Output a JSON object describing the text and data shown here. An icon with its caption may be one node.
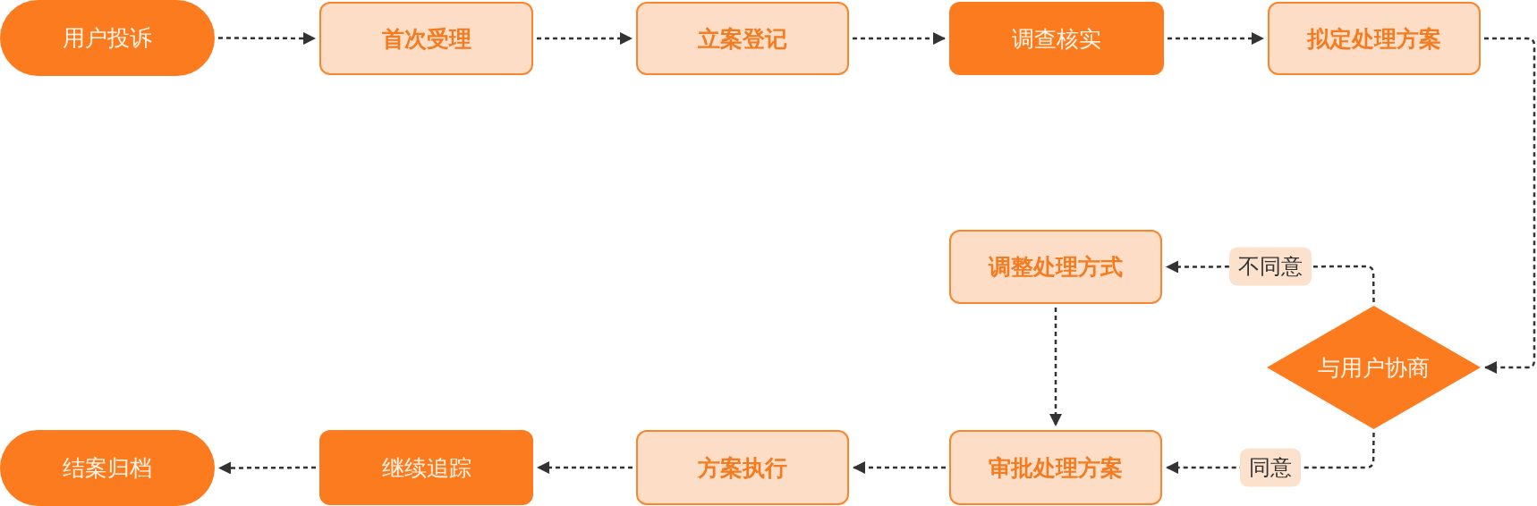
{
  "diagram": {
    "nodes": [
      {
        "text": [
          "用户投诉"
        ]
      },
      {
        "text": [
          "首次受理"
        ]
      },
      {
        "text": [
          "立案登记"
        ]
      },
      {
        "text": [
          "调查核实"
        ]
      },
      {
        "text": [
          "拟定处理方案"
        ]
      },
      {
        "text": [
          "调整处理方式"
        ]
      },
      {
        "text": [
          "与用户协商"
        ]
      },
      {
        "text": [
          "结案归档"
        ]
      },
      {
        "text": [
          "继续追踪"
        ]
      },
      {
        "text": [
          "方案执行"
        ]
      },
      {
        "text": [
          "审批处理方案"
        ]
      }
    ],
    "edges": [
      {
        "from": 0,
        "to": 1,
        "arrow": "to"
      },
      {
        "from": 1,
        "to": 2,
        "arrow": "to"
      },
      {
        "from": 2,
        "to": 3,
        "arrow": "to"
      },
      {
        "from": 3,
        "to": 4,
        "arrow": "to"
      },
      {
        "from": 4,
        "to": 6,
        "arrow": "to"
      },
      {
        "from": 6,
        "to": 5,
        "arrow": "to",
        "label": "不同意"
      },
      {
        "from": 6,
        "to": 10,
        "arrow": "to",
        "label": "同意"
      },
      {
        "from": 5,
        "to": 10,
        "arrow": "to"
      },
      {
        "from": 10,
        "to": 9,
        "arrow": "to"
      },
      {
        "from": 9,
        "to": 8,
        "arrow": "to"
      },
      {
        "from": 8,
        "to": 7,
        "arrow": "to"
      }
    ]
  }
}
